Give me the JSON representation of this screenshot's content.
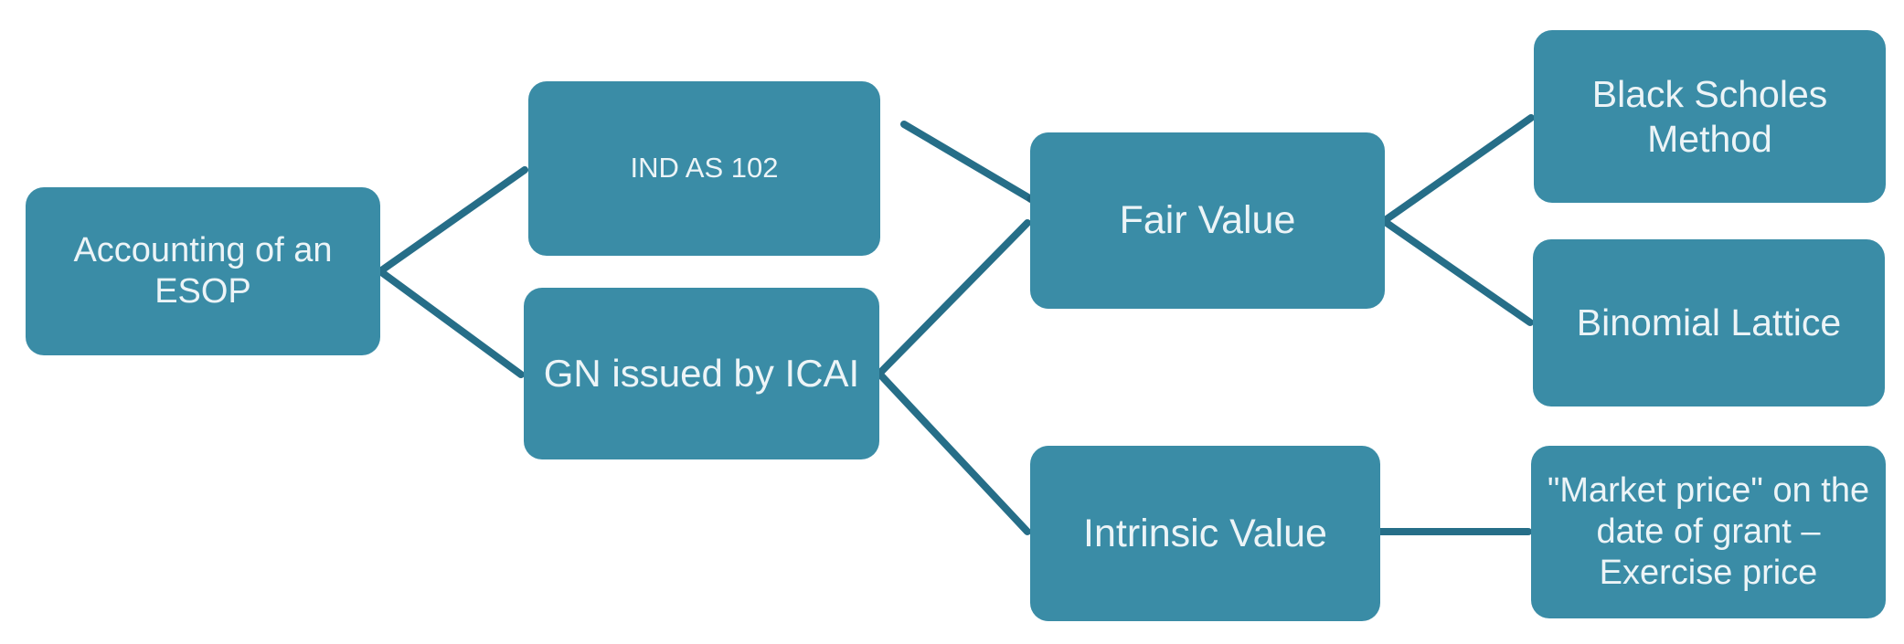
{
  "diagram": {
    "title": "Accounting of an ESOP flowchart",
    "colors": {
      "background": "#ffffff",
      "node_fill": "#3a8ca6",
      "connector_color": "#266e88",
      "text_color": "#ecf4f7"
    },
    "nodes": [
      {
        "id": "accounting-of-an-esop",
        "label": "Accounting of an ESOP"
      },
      {
        "id": "ind-as-102",
        "label": "IND AS 102"
      },
      {
        "id": "gn-issued-by-icai",
        "label": "GN issued by ICAI"
      },
      {
        "id": "fair-value",
        "label": "Fair Value"
      },
      {
        "id": "black-scholes-method",
        "label": "Black Scholes Method"
      },
      {
        "id": "binomial-lattice",
        "label": "Binomial Lattice"
      },
      {
        "id": "intrinsic-value",
        "label": "Intrinsic Value"
      },
      {
        "id": "market-price-minus-exercise",
        "label": "\"Market price\" on the date of grant – Exercise price"
      }
    ],
    "edges": [
      {
        "from": "accounting-of-an-esop",
        "to": "ind-as-102"
      },
      {
        "from": "accounting-of-an-esop",
        "to": "gn-issued-by-icai"
      },
      {
        "from": "ind-as-102",
        "to": "fair-value"
      },
      {
        "from": "gn-issued-by-icai",
        "to": "fair-value"
      },
      {
        "from": "gn-issued-by-icai",
        "to": "intrinsic-value"
      },
      {
        "from": "fair-value",
        "to": "black-scholes-method"
      },
      {
        "from": "fair-value",
        "to": "binomial-lattice"
      },
      {
        "from": "intrinsic-value",
        "to": "market-price-minus-exercise"
      }
    ]
  }
}
